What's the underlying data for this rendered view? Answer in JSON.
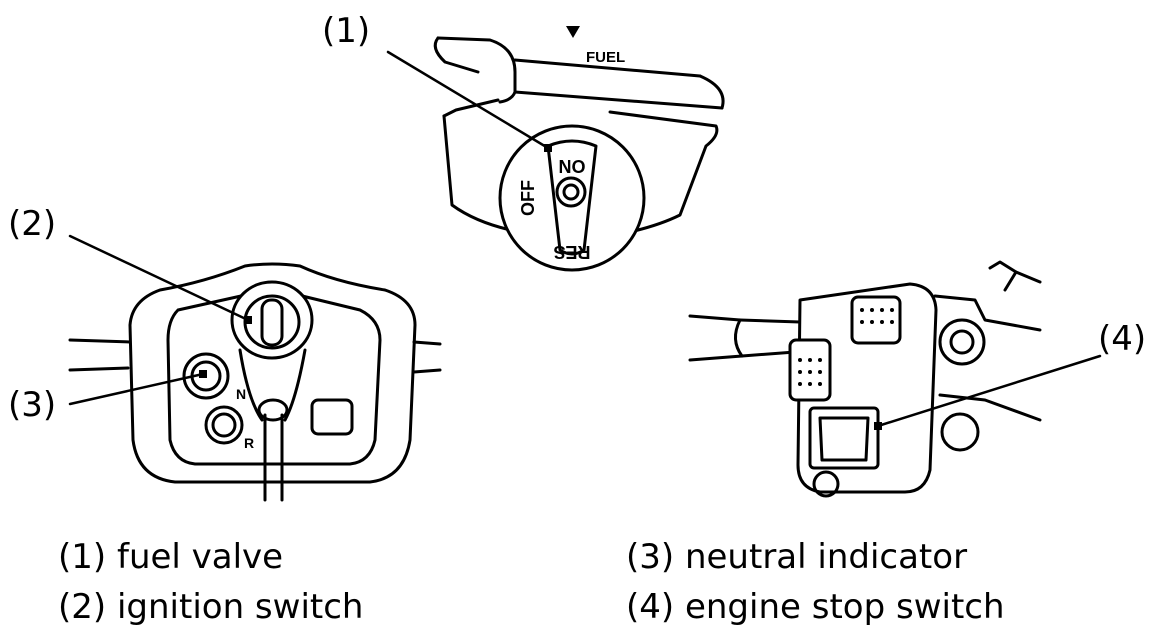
{
  "callouts": {
    "c1": "(1)",
    "c2": "(2)",
    "c3": "(3)",
    "c4": "(4)"
  },
  "legend": {
    "item1": "(1) fuel valve",
    "item2": "(2) ignition switch",
    "item3": "(3) neutral indicator",
    "item4": "(4) engine stop switch"
  },
  "fuel_valve": {
    "fuel_label": "FUEL",
    "on_label": "ON",
    "off_label": "OFF",
    "res_label": "RES"
  },
  "ignition_panel": {
    "neutral_letter": "N",
    "reverse_letter": "R"
  }
}
